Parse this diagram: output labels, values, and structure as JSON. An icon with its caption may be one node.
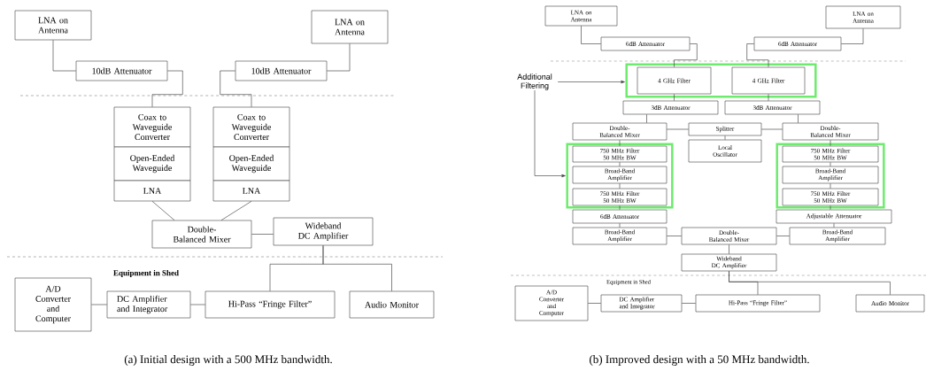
{
  "diagram": {
    "nodes": [
      {
        "text": [
          "LNA on Antenna"
        ]
      },
      {
        "text": [
          "LNA on Antenna"
        ]
      },
      {
        "text": [
          "10dB Attenuator"
        ]
      },
      {
        "text": [
          "10dB Attenuator"
        ]
      },
      {
        "text": [
          "Coax to Waveguide Converter"
        ]
      },
      {
        "text": [
          "Open-Ended Waveguide"
        ]
      },
      {
        "text": [
          "LNA"
        ]
      },
      {
        "text": [
          "Coax to Waveguide Converter"
        ]
      },
      {
        "text": [
          "Open-Ended Waveguide"
        ]
      },
      {
        "text": [
          "LNA"
        ]
      },
      {
        "text": [
          "Double-Balanced Mixer"
        ]
      },
      {
        "text": [
          "Wideband DC Amplifier"
        ]
      },
      {
        "text": [
          "A/D Converter and Computer"
        ]
      },
      {
        "text": [
          "DC Amplifier and Integrator"
        ]
      },
      {
        "text": [
          "Hi-Pass “Fringe Filter”"
        ]
      },
      {
        "text": [
          "Audio Monitor"
        ]
      },
      {
        "text": [
          "LNA on Antenna"
        ]
      },
      {
        "text": [
          "LNA on Antenna"
        ]
      },
      {
        "text": [
          "6dB Attenuator"
        ]
      },
      {
        "text": [
          "6dB Attenuator"
        ]
      },
      {
        "text": [
          "Additional Filtering"
        ]
      },
      {
        "text": [],
        "shape": "box"
      },
      {
        "text": [
          "4 GHz Filter"
        ],
        "in": 21
      },
      {
        "text": [
          "4 GHz Filter"
        ],
        "in": 21
      },
      {
        "text": [
          "3dB Attenuator"
        ]
      },
      {
        "text": [
          "3dB Attenuator"
        ]
      },
      {
        "text": [
          "Double-Balanced Mixer"
        ]
      },
      {
        "text": [
          "Splitter"
        ]
      },
      {
        "text": [
          "Double-Balanced Mixer"
        ]
      },
      {
        "text": [
          "Local Oscillator"
        ]
      },
      {
        "text": [],
        "shape": "box"
      },
      {
        "text": [
          "750 MHz Filter 50 MHz BW"
        ],
        "in": 30
      },
      {
        "text": [
          "Broad-Band Amplifier"
        ],
        "in": 30
      },
      {
        "text": [
          "750 MHz Filter 50 MHz BW"
        ],
        "in": 30
      },
      {
        "text": [],
        "shape": "box"
      },
      {
        "text": [
          "750 MHz Filter 50 MHz BW"
        ],
        "in": 34
      },
      {
        "text": [
          "Broad-Band Amplifier"
        ],
        "in": 34
      },
      {
        "text": [
          "750 MHz Filter 50 MHz BW"
        ],
        "in": 34
      },
      {
        "text": [
          "6dB Attenuator"
        ]
      },
      {
        "text": [
          "Adjustable Attenuator"
        ]
      },
      {
        "text": [
          "Broad-Band Amplifier"
        ]
      },
      {
        "text": [
          "Double-Balanced Mixer"
        ]
      },
      {
        "text": [
          "Broad-Band Amplifier"
        ]
      },
      {
        "text": [
          "Wideband DC Amplifier"
        ]
      },
      {
        "text": [
          "A/D Converter and Computer"
        ]
      },
      {
        "text": [
          "DC Amplifier and Integrator"
        ]
      },
      {
        "text": [
          "Hi-Pass “Fringe Filter”"
        ]
      },
      {
        "text": [
          "Audio Monitor"
        ]
      }
    ],
    "edges": [
      {
        "from": 0,
        "to": 2,
        "arrow": "none"
      },
      {
        "from": 1,
        "to": 3,
        "arrow": "none"
      },
      {
        "from": 2,
        "to": 4,
        "arrow": "none"
      },
      {
        "from": 3,
        "to": 7,
        "arrow": "none"
      },
      {
        "from": 6,
        "to": 10,
        "arrow": "none"
      },
      {
        "from": 9,
        "to": 10,
        "arrow": "none"
      },
      {
        "from": 10,
        "to": 11,
        "arrow": "none"
      },
      {
        "from": 11,
        "to": 14,
        "arrow": "none"
      },
      {
        "from": 11,
        "to": 15,
        "arrow": "none"
      },
      {
        "from": 14,
        "to": 13,
        "arrow": "none"
      },
      {
        "from": 13,
        "to": 12,
        "arrow": "none"
      },
      {
        "from": 16,
        "to": 18,
        "arrow": "none"
      },
      {
        "from": 17,
        "to": 19,
        "arrow": "none"
      },
      {
        "from": 18,
        "to": 22,
        "arrow": "none"
      },
      {
        "from": 19,
        "to": 23,
        "arrow": "none"
      },
      {
        "from": 20,
        "to": 21,
        "arrow": "to"
      },
      {
        "from": 20,
        "to": 30,
        "arrow": "to"
      },
      {
        "from": 22,
        "to": 24,
        "arrow": "none"
      },
      {
        "from": 23,
        "to": 25,
        "arrow": "none"
      },
      {
        "from": 24,
        "to": 26,
        "arrow": "none"
      },
      {
        "from": 25,
        "to": 28,
        "arrow": "none"
      },
      {
        "from": 26,
        "to": 27,
        "arrow": "none"
      },
      {
        "from": 27,
        "to": 28,
        "arrow": "none"
      },
      {
        "from": 27,
        "to": 29,
        "arrow": "none"
      },
      {
        "from": 26,
        "to": 31,
        "arrow": "none"
      },
      {
        "from": 31,
        "to": 32,
        "arrow": "none"
      },
      {
        "from": 32,
        "to": 33,
        "arrow": "none"
      },
      {
        "from": 28,
        "to": 35,
        "arrow": "none"
      },
      {
        "from": 35,
        "to": 36,
        "arrow": "none"
      },
      {
        "from": 36,
        "to": 37,
        "arrow": "none"
      },
      {
        "from": 33,
        "to": 38,
        "arrow": "none"
      },
      {
        "from": 37,
        "to": 39,
        "arrow": "none"
      },
      {
        "from": 38,
        "to": 40,
        "arrow": "none"
      },
      {
        "from": 39,
        "to": 42,
        "arrow": "none"
      },
      {
        "from": 40,
        "to": 41,
        "arrow": "none"
      },
      {
        "from": 41,
        "to": 42,
        "arrow": "none"
      },
      {
        "from": 41,
        "to": 43,
        "arrow": "none"
      },
      {
        "from": 43,
        "to": 46,
        "arrow": "none"
      },
      {
        "from": 43,
        "to": 47,
        "arrow": "none"
      },
      {
        "from": 46,
        "to": 45,
        "arrow": "none"
      },
      {
        "from": 45,
        "to": 44,
        "arrow": "none"
      }
    ],
    "labels": [
      "Equipment in Shed",
      "Equipment in Shed",
      "(a) Initial design with a 500 MHz bandwidth.",
      "(b) Improved design with a 50 MHz bandwidth."
    ]
  }
}
